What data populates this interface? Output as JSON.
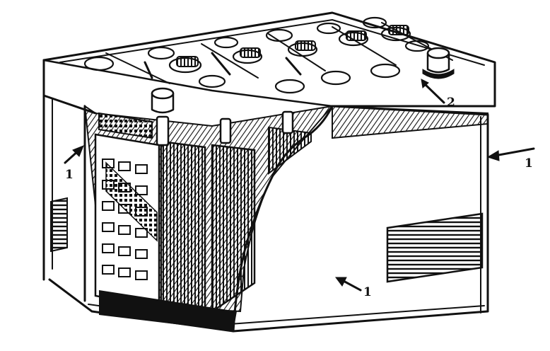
{
  "labels": [
    {
      "id": "callout-left-case",
      "text": "1"
    },
    {
      "id": "callout-right-case",
      "text": "1"
    },
    {
      "id": "callout-bottom-case",
      "text": "1"
    },
    {
      "id": "callout-lid",
      "text": "2"
    }
  ],
  "colors": {
    "ink": "#111111",
    "paper": "#ffffff",
    "shade": "#555555"
  }
}
